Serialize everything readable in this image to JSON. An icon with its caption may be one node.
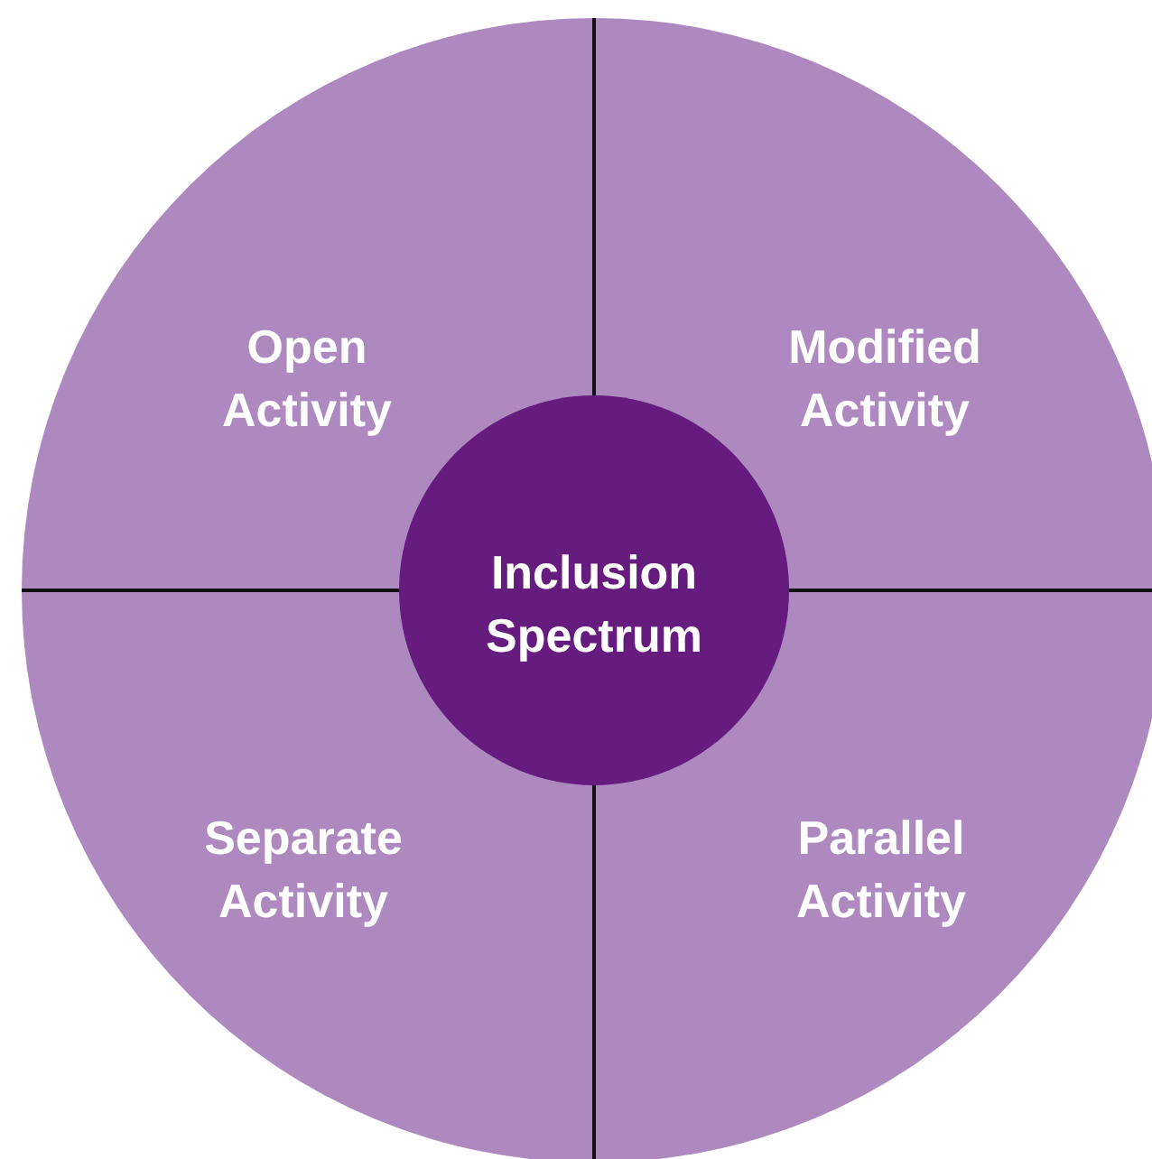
{
  "diagram": {
    "nodes": [
      {
        "text": [
          "Open Activity"
        ]
      },
      {
        "text": [
          "Modified Activity"
        ]
      },
      {
        "text": [
          "Inclusion Spectrum"
        ]
      },
      {
        "text": [
          "Separate Activity"
        ]
      },
      {
        "text": [
          "Parallel Activity"
        ]
      }
    ]
  }
}
